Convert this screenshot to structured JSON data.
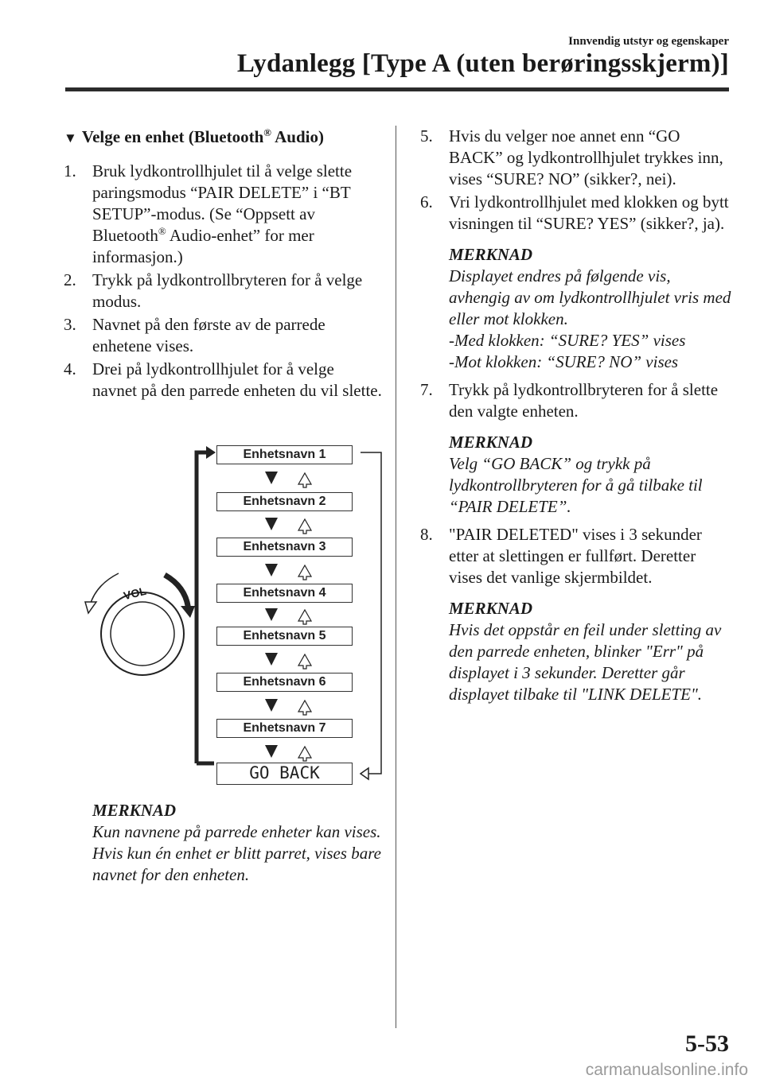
{
  "header": {
    "subtitle": "Innvendig utstyr og egenskaper",
    "title": "Lydanlegg [Type A (uten berøringsskjerm)]"
  },
  "section": {
    "title_pre": "Velge en enhet (Bluetooth",
    "title_sup": "®",
    "title_post": " Audio)"
  },
  "steps_left": [
    {
      "num": "1.",
      "text_a": "Bruk lydkontrollhjulet til å velge slette paringsmodus “PAIR DELETE” i “BT SETUP”-modus. (Se “Oppsett av Bluetooth",
      "sup": "®",
      "text_b": " Audio-enhet” for mer informasjon.)"
    },
    {
      "num": "2.",
      "text": "Trykk på lydkontrollbryteren for å velge modus."
    },
    {
      "num": "3.",
      "text": "Navnet på den første av de parrede enhetene vises."
    },
    {
      "num": "4.",
      "text": "Drei på lydkontrollhjulet for å velge navnet på den parrede enheten du vil slette."
    }
  ],
  "figure": {
    "knob_label": "VOL",
    "devices": [
      "Enhetsnavn 1",
      "Enhetsnavn 2",
      "Enhetsnavn 3",
      "Enhetsnavn 4",
      "Enhetsnavn 5",
      "Enhetsnavn 6",
      "Enhetsnavn 7"
    ],
    "goback": "GO BACK"
  },
  "note_left": {
    "label": "MERKNAD",
    "text": "Kun navnene på parrede enheter kan vises. Hvis kun én enhet er blitt parret, vises bare navnet for den enheten."
  },
  "steps_right": [
    {
      "num": "5.",
      "text": "Hvis du velger noe annet enn “GO BACK” og lydkontrollhjulet trykkes inn, vises “SURE? NO” (sikker?, nei)."
    },
    {
      "num": "6.",
      "text": "Vri lydkontrollhjulet med klokken og bytt visningen til “SURE? YES” (sikker?, ja)."
    }
  ],
  "note_right_1": {
    "label": "MERKNAD",
    "text": "Displayet endres på følgende vis, avhengig av om lydkontrollhjulet vris med eller mot klokken.",
    "line1": "-Med klokken: “SURE? YES” vises",
    "line2": "-Mot klokken: “SURE? NO” vises"
  },
  "step_7": {
    "num": "7.",
    "text": "Trykk på lydkontrollbryteren for å slette den valgte enheten."
  },
  "note_right_2": {
    "label": "MERKNAD",
    "text": "Velg “GO BACK” og trykk på lydkontrollbryteren for å gå tilbake til “PAIR DELETE”."
  },
  "step_8": {
    "num": "8.",
    "text": "\"PAIR DELETED\" vises i 3 sekunder etter at slettingen er fullført. Deretter vises det vanlige skjermbildet."
  },
  "note_right_3": {
    "label": "MERKNAD",
    "text": "Hvis det oppstår en feil under sletting av den parrede enheten, blinker \"Err\" på displayet i 3 sekunder. Deretter går displayet tilbake til \"LINK DELETE\"."
  },
  "page_number": "5-53",
  "watermark": "carmanualsonline.info"
}
